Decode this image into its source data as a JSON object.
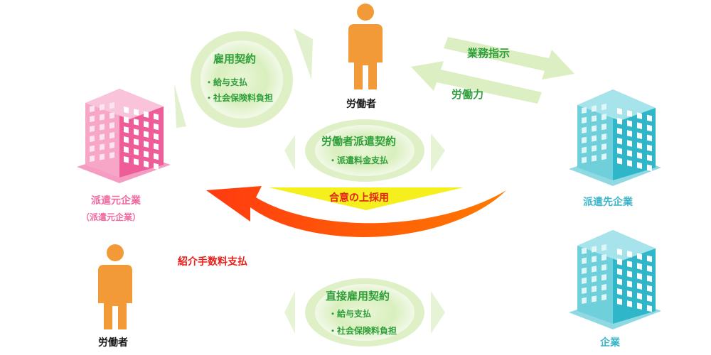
{
  "dispatch_company": {
    "name": "派遣元企業",
    "note": "（派遣元企業）"
  },
  "client_company": {
    "name": "派遣先企業"
  },
  "company": {
    "name": "企業"
  },
  "worker_top": {
    "label": "労働者"
  },
  "worker_bottom": {
    "label": "労働者"
  },
  "employment_contract": {
    "title": "雇用契約",
    "items": [
      "・給与支払",
      "・社会保険料負担"
    ]
  },
  "dispatch_contract": {
    "title": "労働者派遣契約",
    "items": [
      "・派遣料金支払"
    ]
  },
  "direct_contract": {
    "title": "直接雇用契約",
    "items": [
      "・給与支払",
      "・社会保険料負担"
    ]
  },
  "work_instruction": "業務指示",
  "labor": "労働力",
  "agreement": "合意の上採用",
  "referral_fee": "紹介手数料支払",
  "colors": {
    "pink_building": "#f07aaa",
    "teal_building": "#3cbccc",
    "person": "#f29a38",
    "green_text": "#2e9e3a",
    "big_arrow": "#ff4d0a",
    "yellow_triangle": "#f5ef1e",
    "light_green": "#e4f2cf"
  }
}
